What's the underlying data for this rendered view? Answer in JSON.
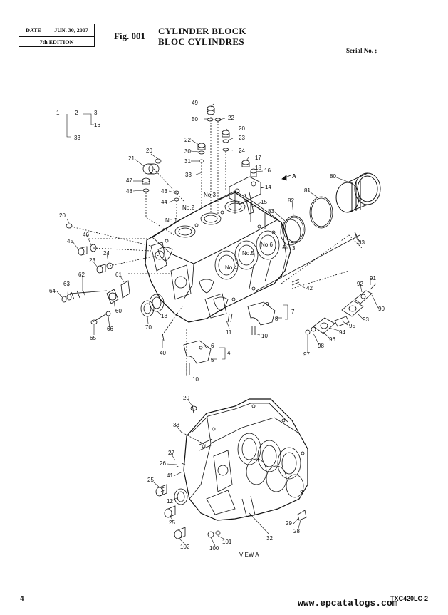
{
  "header": {
    "date_label": "DATE",
    "date_value": "JUN. 30, 2007",
    "edition": "7th EDITION"
  },
  "figure": {
    "number": "Fig. 001",
    "title_en": "CYLINDER BLOCK",
    "title_fr": "BLOC CYLINDRES",
    "serial_label": "Serial No. ;"
  },
  "view_label": "VIEW  A",
  "arrow_label": "A",
  "cylinder_labels": [
    "No.1",
    "No.2",
    "No.3",
    "No.4",
    "No.5",
    "No.6"
  ],
  "callouts": [
    {
      "id": "c1",
      "t": "1"
    },
    {
      "id": "c2",
      "t": "2"
    },
    {
      "id": "c3",
      "t": "3"
    },
    {
      "id": "c16a",
      "t": "16"
    },
    {
      "id": "c33a",
      "t": "33"
    },
    {
      "id": "c49",
      "t": "49"
    },
    {
      "id": "c50",
      "t": "50"
    },
    {
      "id": "c22a",
      "t": "22"
    },
    {
      "id": "c20a",
      "t": "20"
    },
    {
      "id": "c23",
      "t": "23"
    },
    {
      "id": "c24a",
      "t": "24"
    },
    {
      "id": "c22b",
      "t": "22"
    },
    {
      "id": "c30",
      "t": "30"
    },
    {
      "id": "c31",
      "t": "31"
    },
    {
      "id": "c17",
      "t": "17"
    },
    {
      "id": "c18",
      "t": "18"
    },
    {
      "id": "c16b",
      "t": "16"
    },
    {
      "id": "c33b",
      "t": "33"
    },
    {
      "id": "c21",
      "t": "21"
    },
    {
      "id": "c20b",
      "t": "20"
    },
    {
      "id": "c47",
      "t": "47"
    },
    {
      "id": "c48",
      "t": "48"
    },
    {
      "id": "c43",
      "t": "43"
    },
    {
      "id": "c44",
      "t": "44"
    },
    {
      "id": "c14",
      "t": "14"
    },
    {
      "id": "c15",
      "t": "15"
    },
    {
      "id": "c80",
      "t": "80"
    },
    {
      "id": "c81",
      "t": "81"
    },
    {
      "id": "c82",
      "t": "82"
    },
    {
      "id": "c83",
      "t": "83"
    },
    {
      "id": "c20c",
      "t": "20"
    },
    {
      "id": "c46",
      "t": "46"
    },
    {
      "id": "c45",
      "t": "45"
    },
    {
      "id": "c24b",
      "t": "24"
    },
    {
      "id": "c23b",
      "t": "23"
    },
    {
      "id": "c62",
      "t": "62"
    },
    {
      "id": "c61",
      "t": "61"
    },
    {
      "id": "c63",
      "t": "63"
    },
    {
      "id": "c64",
      "t": "64"
    },
    {
      "id": "c60",
      "t": "60"
    },
    {
      "id": "c13",
      "t": "13"
    },
    {
      "id": "c70",
      "t": "70"
    },
    {
      "id": "c66",
      "t": "66"
    },
    {
      "id": "c65",
      "t": "65"
    },
    {
      "id": "c33c",
      "t": "33"
    },
    {
      "id": "c3b",
      "t": "3"
    },
    {
      "id": "c42",
      "t": "42"
    },
    {
      "id": "c91",
      "t": "91"
    },
    {
      "id": "c92",
      "t": "92"
    },
    {
      "id": "c90",
      "t": "90"
    },
    {
      "id": "c93",
      "t": "93"
    },
    {
      "id": "c9",
      "t": "9"
    },
    {
      "id": "c7",
      "t": "7"
    },
    {
      "id": "c8",
      "t": "8"
    },
    {
      "id": "c95",
      "t": "95"
    },
    {
      "id": "c94",
      "t": "94"
    },
    {
      "id": "c96",
      "t": "96"
    },
    {
      "id": "c98",
      "t": "98"
    },
    {
      "id": "c97",
      "t": "97"
    },
    {
      "id": "c11",
      "t": "11"
    },
    {
      "id": "c10a",
      "t": "10"
    },
    {
      "id": "c40",
      "t": "40"
    },
    {
      "id": "c6",
      "t": "6"
    },
    {
      "id": "c4",
      "t": "4"
    },
    {
      "id": "c5",
      "t": "5"
    },
    {
      "id": "c10b",
      "t": "10"
    },
    {
      "id": "c20d",
      "t": "20"
    },
    {
      "id": "c33d",
      "t": "33"
    },
    {
      "id": "c27",
      "t": "27"
    },
    {
      "id": "c26",
      "t": "26"
    },
    {
      "id": "c41",
      "t": "41"
    },
    {
      "id": "c25a",
      "t": "25"
    },
    {
      "id": "c12",
      "t": "12"
    },
    {
      "id": "c25b",
      "t": "25"
    },
    {
      "id": "c29",
      "t": "29"
    },
    {
      "id": "c28",
      "t": "28"
    },
    {
      "id": "c32",
      "t": "32"
    },
    {
      "id": "c102",
      "t": "102"
    },
    {
      "id": "c101",
      "t": "101"
    },
    {
      "id": "c100",
      "t": "100"
    }
  ],
  "footer": {
    "page": "4",
    "model": "TXC420LC-2",
    "watermark": "www.epcatalogs.com"
  }
}
